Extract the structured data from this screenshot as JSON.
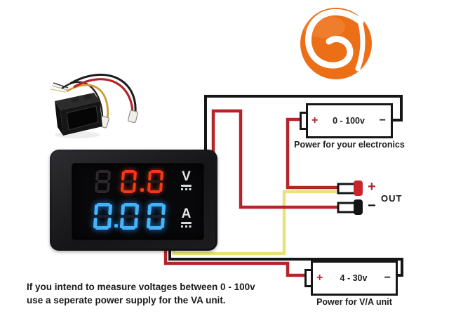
{
  "colors": {
    "wire-red": "#b5242b",
    "wire-black": "#161616",
    "wire-yellow": "#eae17c",
    "seg-red": "#f53a1a",
    "seg-blue": "#46b4f8",
    "logo-orange": "#ec6f17"
  },
  "logo": {
    "glyph": "a"
  },
  "meter": {
    "volt_display": {
      "ghost_digit": "8",
      "value": "0.0",
      "unit": "V"
    },
    "amp_display": {
      "value": "0.00",
      "unit": "A"
    }
  },
  "power_supply_top": {
    "plus": "+",
    "range": "0 - 100v",
    "minus": "−",
    "caption": "Power for your electronics"
  },
  "power_supply_bottom": {
    "plus": "+",
    "range": "4 - 30v",
    "minus": "−",
    "caption": "Power for V/A unit"
  },
  "out": {
    "plus": "+",
    "minus": "−",
    "label": "OUT"
  },
  "note": {
    "line1": "If you intend to measure voltages between 0 - 100v",
    "line2": "use a seperate power supply for the VA unit."
  }
}
